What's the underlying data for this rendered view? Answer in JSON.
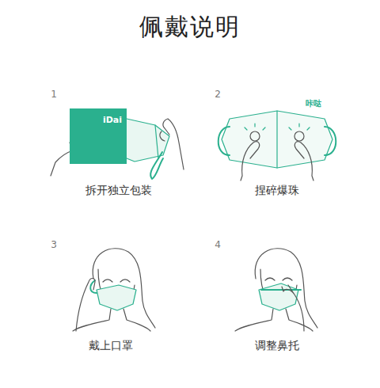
{
  "diagram": {
    "title": "佩戴说明",
    "nodes": [
      {
        "text": [
          "iDai"
        ]
      }
    ],
    "labels": [
      "1",
      "拆开独立包装",
      "2",
      "捏碎爆珠",
      "咔哒",
      "3",
      "戴上口罩",
      "4",
      "调整鼻托"
    ]
  }
}
